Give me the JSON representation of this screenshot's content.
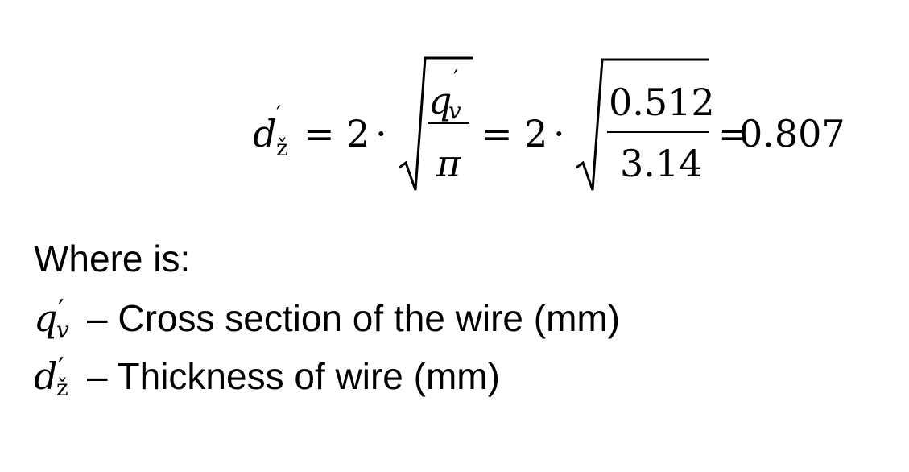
{
  "formula": {
    "lhs_symbol": "d",
    "lhs_prime": "′",
    "lhs_subscript": "ž",
    "eq1": "=",
    "coef1": "2",
    "dot1": "·",
    "num1_symbol": "q",
    "num1_prime": "′",
    "num1_subscript": "v",
    "den1": "π",
    "eq2": "=",
    "coef2": "2",
    "dot2": "·",
    "num2": "0.512",
    "den2": "3.14",
    "eq3": "=",
    "result": "0.807"
  },
  "definitions": {
    "heading": "Where is:",
    "items": [
      {
        "symbol": "q",
        "prime": "′",
        "subscript": "v",
        "text": "– Cross section of the wire (mm)"
      },
      {
        "symbol": "d",
        "prime": "′",
        "subscript": "ž",
        "text": "– Thickness of wire (mm)"
      }
    ]
  }
}
